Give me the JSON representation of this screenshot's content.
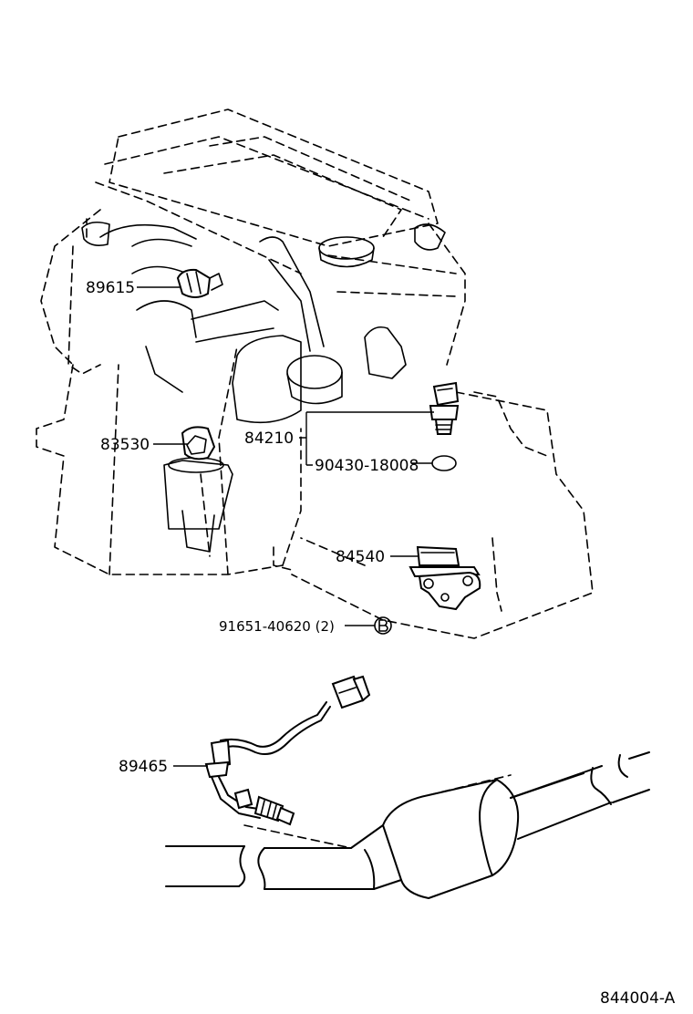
{
  "parts": [
    {
      "id": "89615",
      "label": "89615"
    },
    {
      "id": "83530",
      "label": "83530"
    },
    {
      "id": "84210",
      "label": "84210"
    },
    {
      "id": "90430-18008",
      "label": "90430-18008"
    },
    {
      "id": "84540",
      "label": "84540"
    },
    {
      "id": "91651-40620",
      "label": "91651-40620 (2)"
    },
    {
      "id": "89465",
      "label": "89465"
    }
  ],
  "figure_code": "844004-A"
}
